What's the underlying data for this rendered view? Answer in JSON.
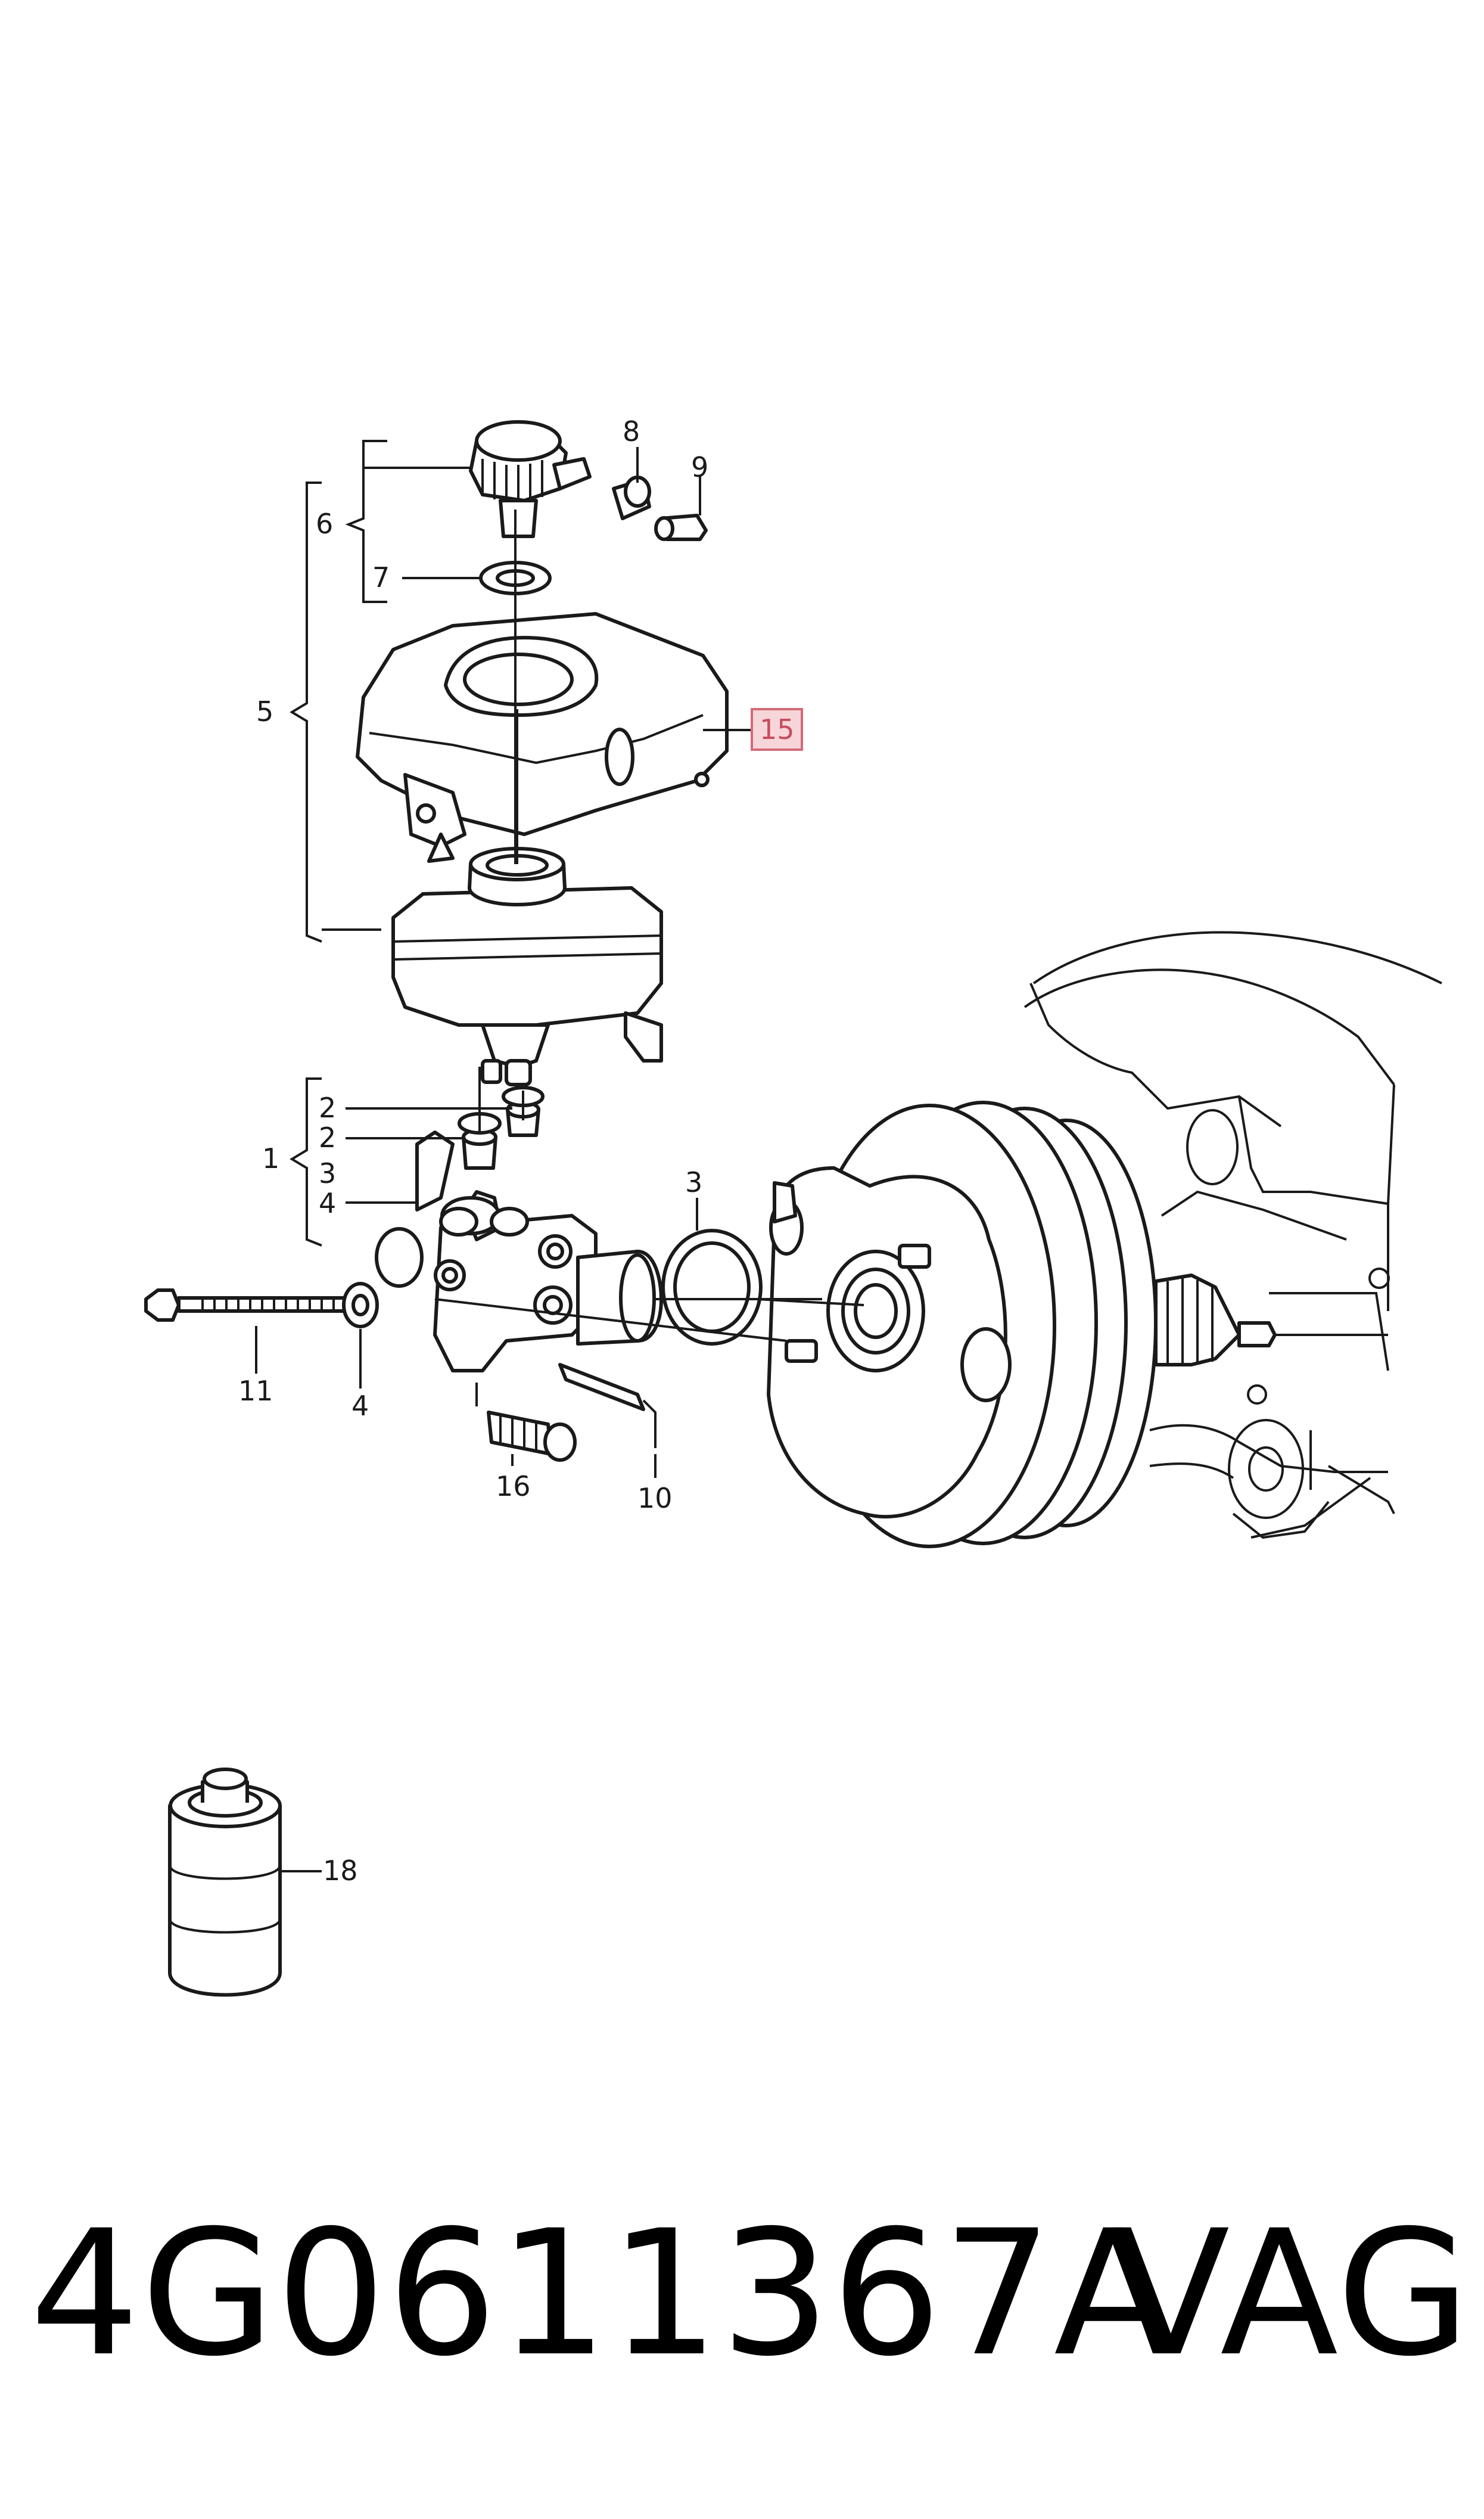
{
  "callouts": {
    "c1": "1",
    "c2a": "2",
    "c2b": "2",
    "c3a": "3",
    "c3b": "3",
    "c4a": "4",
    "c4b": "4",
    "c5": "5",
    "c6": "6",
    "c7": "7",
    "c8": "8",
    "c9": "9",
    "c10": "10",
    "c11": "11",
    "c15": "15",
    "c16": "16",
    "c18": "18"
  },
  "colors": {
    "highlight_fill": "#f7d6da",
    "highlight_stroke": "#d46a78",
    "highlight_text": "#c84c5e",
    "line": "#1a1a1a"
  },
  "footer": {
    "part_number": "4G0611367A",
    "brand": "VAG"
  }
}
